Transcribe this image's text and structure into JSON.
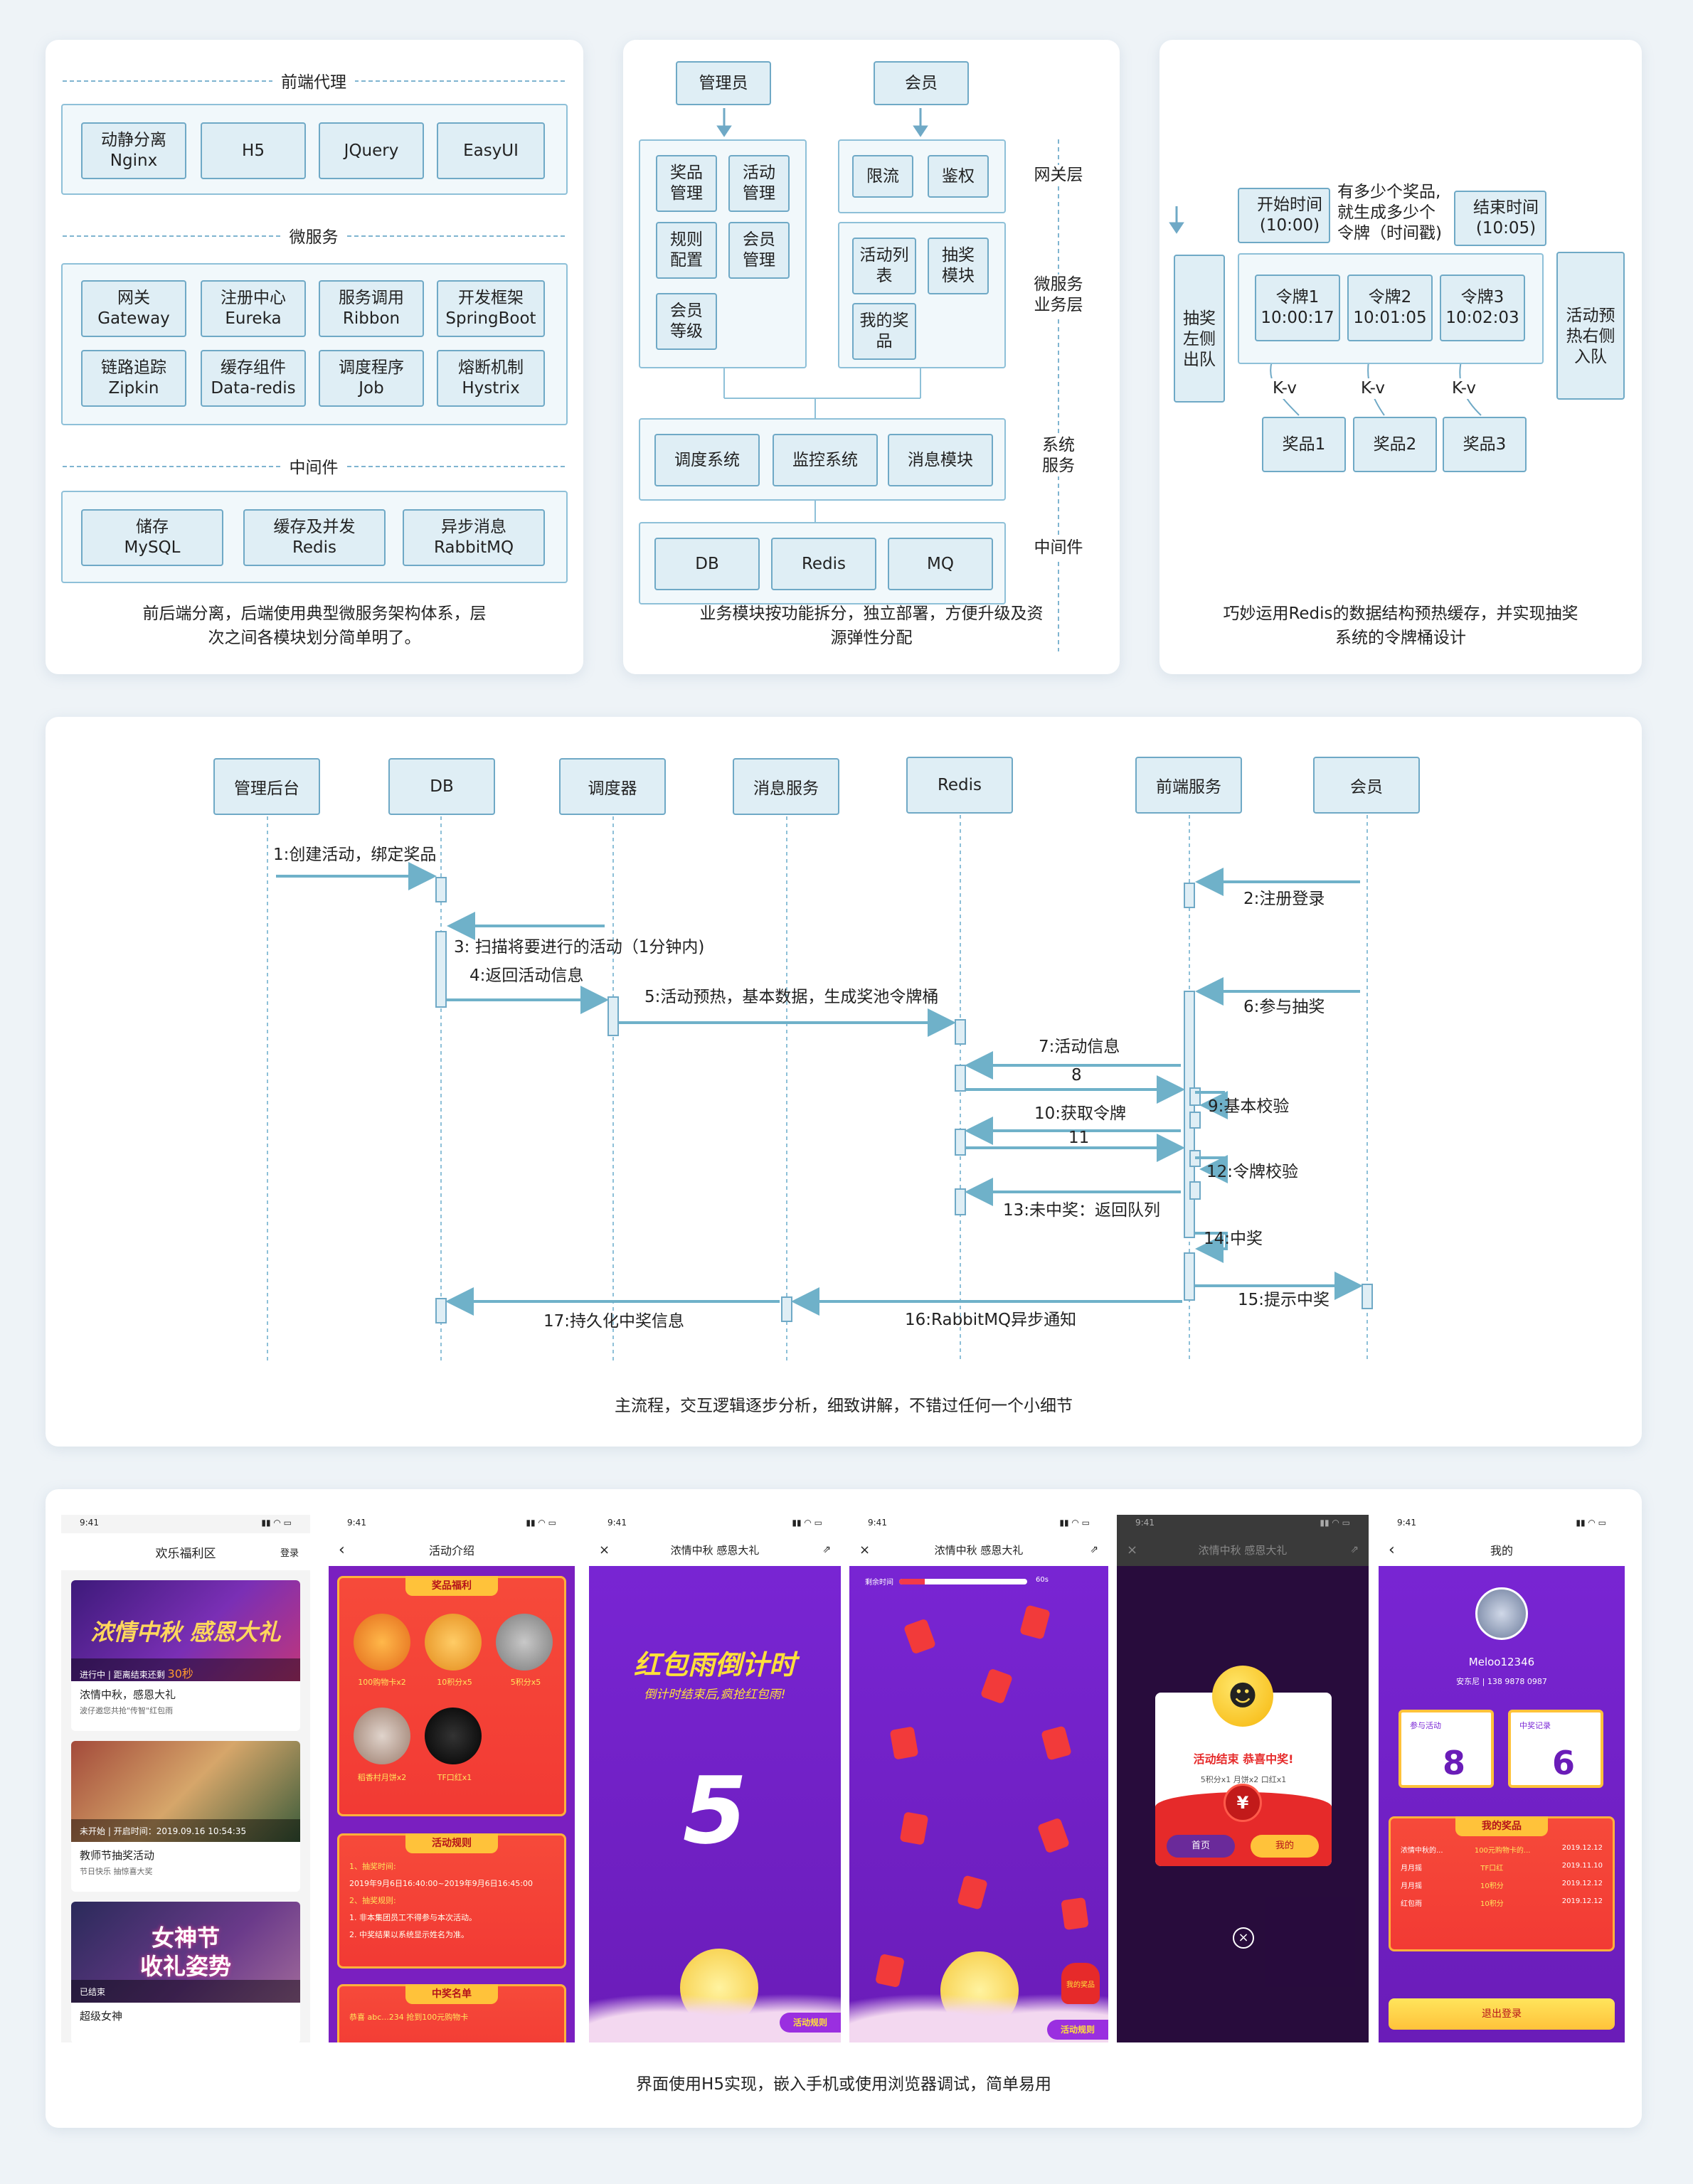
{
  "card1": {
    "sec_frontend": "前端代理",
    "frontend": [
      "动静分离\nNginx",
      "H5",
      "JQuery",
      "EasyUI"
    ],
    "sec_micro": "微服务",
    "micro": [
      "网关\nGateway",
      "注册中心\nEureka",
      "服务调用\nRibbon",
      "开发框架\nSpringBoot",
      "链路追踪\nZipkin",
      "缓存组件\nData-redis",
      "调度程序\nJob",
      "熔断机制\nHystrix"
    ],
    "sec_middle": "中间件",
    "middle": [
      "储存\nMySQL",
      "缓存及并发\nRedis",
      "异步消息\nRabbitMQ"
    ],
    "caption": "前后端分离，后端使用典型微服务架构体系，层\n次之间各模块划分简单明了。"
  },
  "card2": {
    "admin": "管理员",
    "member": "会员",
    "left_mods": [
      "奖品\n管理",
      "活动\n管理",
      "规则\n配置",
      "会员\n管理",
      "会员\n等级"
    ],
    "gateway": [
      "限流",
      "鉴权"
    ],
    "biz": [
      "活动列\n表",
      "抽奖\n模块",
      "我的奖\n品"
    ],
    "sys": [
      "调度系统",
      "监控系统",
      "消息模块"
    ],
    "mid": [
      "DB",
      "Redis",
      "MQ"
    ],
    "layers": [
      "网关层",
      "微服务\n业务层",
      "系统\n服务",
      "中间件"
    ],
    "caption": "业务模块按功能拆分，独立部署，方便升级及资\n源弹性分配"
  },
  "card3": {
    "start": "开始时间\n(10:00)",
    "note": "有多少个奖品,\n就生成多少个\n令牌（时间戳)",
    "end": "结束时间\n(10:05)",
    "left": "抽奖\n左侧\n出队",
    "right": "活动预\n热右侧\n入队",
    "tokens": [
      "令牌1\n10:00:17",
      "令牌2\n10:01:05",
      "令牌3\n10:02:03"
    ],
    "kv": "K-v",
    "prizes": [
      "奖品1",
      "奖品2",
      "奖品3"
    ],
    "caption": "巧妙运用Redis的数据结构预热缓存，并实现抽奖\n系统的令牌桶设计"
  },
  "card4": {
    "actors": [
      "管理后台",
      "DB",
      "调度器",
      "消息服务",
      "Redis",
      "前端服务",
      "会员"
    ],
    "msgs": [
      "1:创建活动，绑定奖品",
      "2:注册登录",
      "3:  扫描将要进行的活动（1分钟内)",
      "4:返回活动信息",
      "5:活动预热，基本数据，生成奖池令牌桶",
      "6:参与抽奖",
      "7:活动信息",
      "8",
      "9:基本校验",
      "10:获取令牌",
      "11",
      "12:令牌校验",
      "13:未中奖：返回队列",
      "14:中奖",
      "15:提示中奖",
      "16:RabbitMQ异步通知",
      "17:持久化中奖信息"
    ],
    "caption": "主流程，交互逻辑逐步分析，细致讲解，不错过任何一个小细节"
  },
  "card5": {
    "caption": "界面使用H5实现，嵌入手机或使用浏览器调试，简单易用",
    "time": "9:41",
    "p1": {
      "title": "欢乐福利区",
      "login": "登录",
      "banner1": "浓情中秋 感恩大礼",
      "status1": "进行中",
      "countdown": "距离结束还剩",
      "count": "30秒",
      "item1": "浓情中秋，感恩大礼",
      "sub1": "波仔邀您共抢\"传智\"红包雨",
      "status2": "未开始",
      "start2": "开启时间：2019.09.16 10:54:35",
      "item2": "教师节抽奖活动",
      "sub2": "节日快乐 抽惊喜大奖",
      "banner3": "女神节\n收礼姿势",
      "status3": "已结束",
      "item3": "超级女神"
    },
    "p2": {
      "title": "活动介绍",
      "prize_head": "奖品福利",
      "prizes": [
        "100购物卡x2",
        "10积分x5",
        "5积分x5",
        "稻香村月饼x2",
        "TF口红x1"
      ],
      "rule_head": "活动规则",
      "rules": [
        "1、抽奖时间:",
        "2019年9月6日16:40:00~2019年9月6日16:45:00",
        "2、抽奖规则:",
        "1. 非本集团员工不得参与本次活动。",
        "2. 中奖结果以系统显示姓名为准。"
      ],
      "list_head": "中奖名单",
      "list": [
        "恭喜 abc...234 抢到100元购物卡"
      ]
    },
    "p3": {
      "title": "浓情中秋  感恩大礼",
      "h1": "红包雨倒计时",
      "h2": "倒计时结束后,疯抢红包雨!",
      "num": "5",
      "rule": "活动规则"
    },
    "p4": {
      "title": "浓情中秋  感恩大礼",
      "timer": "剩余时间",
      "sec": "60s",
      "rule": "活动规则",
      "bag": "我的奖品"
    },
    "p5": {
      "title": "浓情中秋  感恩大礼",
      "win": "活动结束  恭喜中奖!",
      "detail": "5积分x1  月饼x2  口红x1",
      "home": "首页",
      "mine": "我的",
      "yen": "¥"
    },
    "p6": {
      "title": "我的",
      "name": "Meloo12346",
      "phone": "安东尼 | 138 9878 0987",
      "joined": "参与活动",
      "joined_n": "8",
      "won": "中奖记录",
      "won_n": "6",
      "my_prizes": "我的奖品",
      "rows": [
        [
          "浓情中秋的...",
          "100元购物卡的...",
          "2019.12.12"
        ],
        [
          "月月摇",
          "TF口红",
          "2019.11.10"
        ],
        [
          "月月摇",
          "10积分",
          "2019.12.12"
        ],
        [
          "红包雨",
          "10积分",
          "2019.12.12"
        ]
      ],
      "logout": "退出登录"
    }
  }
}
